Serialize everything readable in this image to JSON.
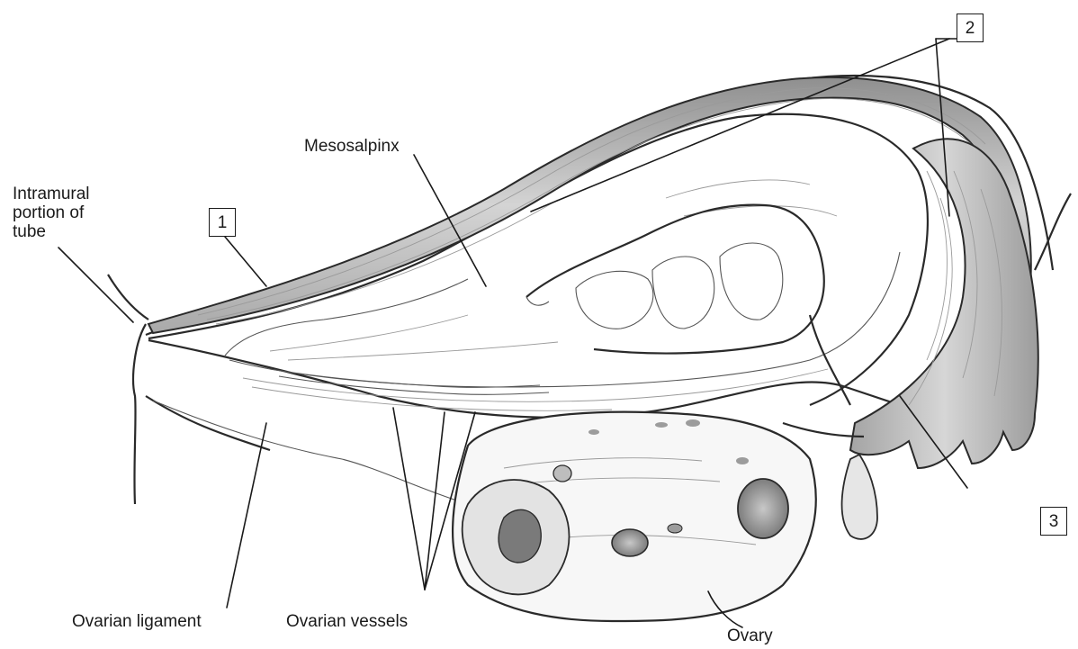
{
  "labels": {
    "intramural": [
      "Intramural",
      "portion of",
      "tube"
    ],
    "mesosalpinx": "Mesosalpinx",
    "ovarian_ligament": "Ovarian ligament",
    "ovarian_vessels": "Ovarian vessels",
    "ovary": "Ovary"
  },
  "callouts": {
    "box1": "1",
    "box2": "2",
    "box3": "3"
  },
  "colors": {
    "ink": "#1a1a1a",
    "tube_fill": "#c9c9c9",
    "fimbria_fill": "#bdbdbd",
    "ovary_fill": "#f7f7f7"
  }
}
